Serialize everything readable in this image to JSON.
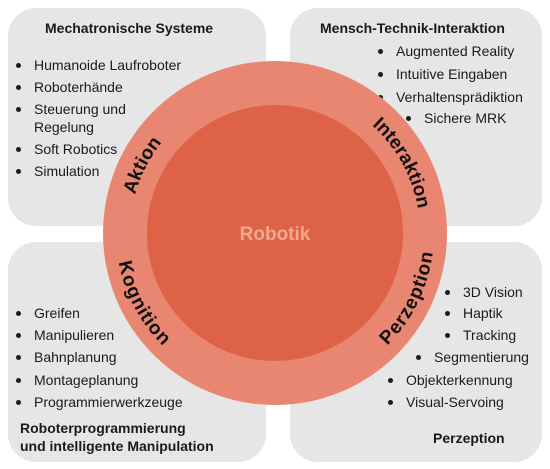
{
  "colors": {
    "panel": "#e6e6e6",
    "outer_ring": "#e88672",
    "inner_disc": "#de6346",
    "center_text": "#f2a88f"
  },
  "center": {
    "label": "Robotik"
  },
  "ring_labels": {
    "top_left": "Aktion",
    "top_right": "Interaktion",
    "bottom_left": "Kognition",
    "bottom_right": "Perzeption"
  },
  "panels": {
    "top_left": {
      "title": "Mechatronische Systeme",
      "items": [
        "Humanoide Laufroboter",
        "Roboterhände",
        "Steuerung und",
        "Regelung",
        "Soft Robotics",
        "Simulation"
      ]
    },
    "top_right": {
      "title": "Mensch-Technik-Interaktion",
      "items": [
        "Augmented Reality",
        "Intuitive Eingaben",
        "Verhaltensprädiktion",
        "Sichere MRK"
      ]
    },
    "bottom_left": {
      "title_line1": "Roboterprogrammierung",
      "title_line2": "und intelligente Manipulation",
      "items": [
        "Greifen",
        "Manipulieren",
        "Bahnplanung",
        "Montageplanung",
        "Programmierwerkzeuge"
      ]
    },
    "bottom_right": {
      "title": "Perzeption",
      "items": [
        "3D Vision",
        "Haptik",
        "Tracking",
        "Segmentierung",
        "Objekterkennung",
        "Visual-Servoing"
      ]
    }
  }
}
